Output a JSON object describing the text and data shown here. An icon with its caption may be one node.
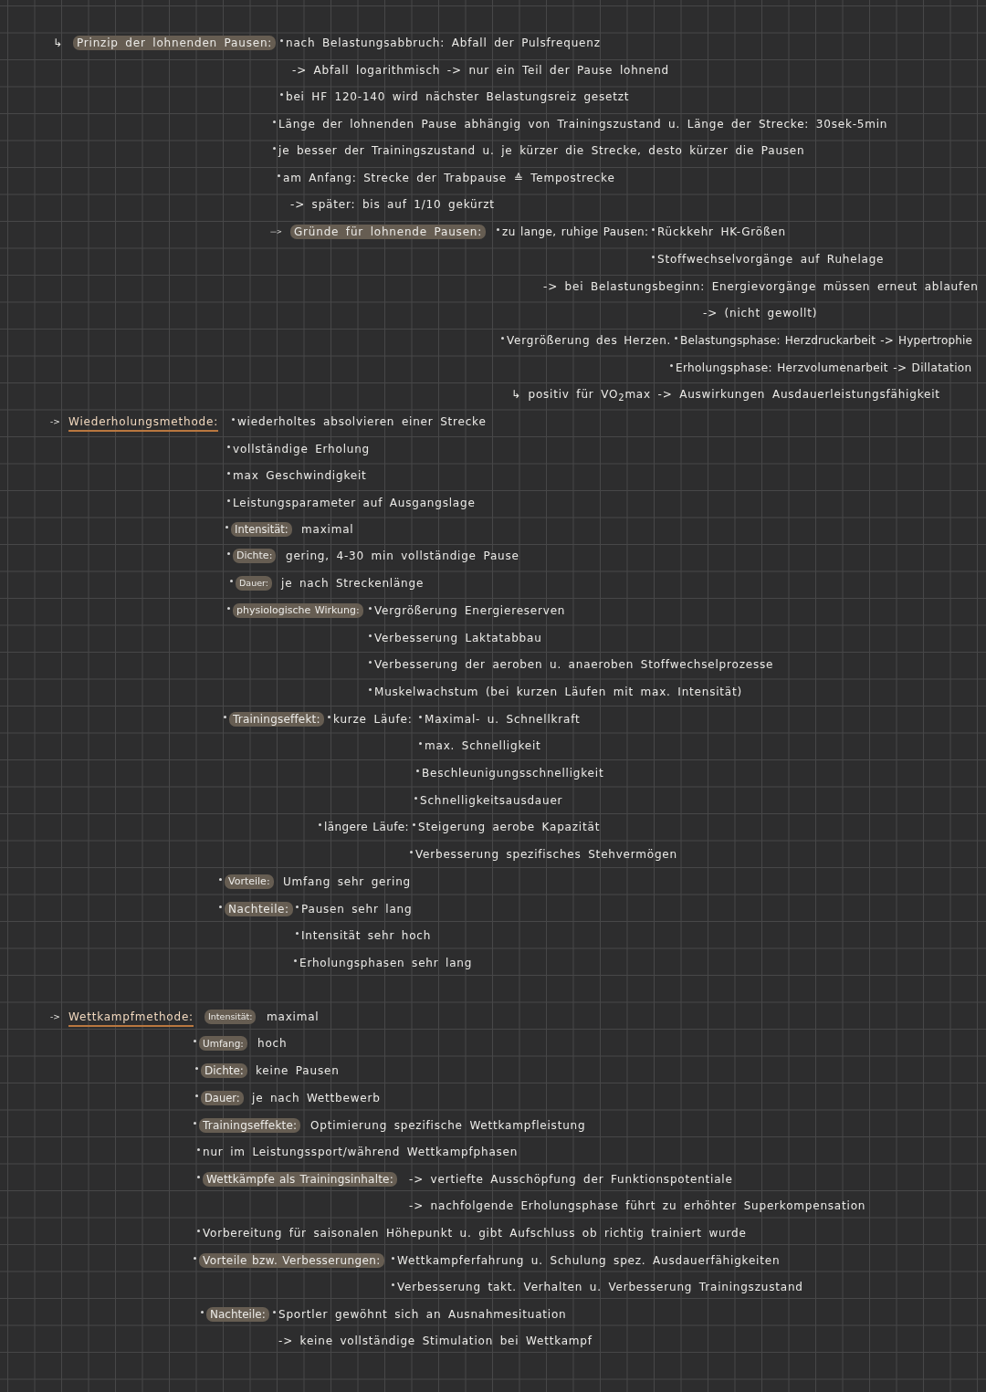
{
  "diagram": {
    "nodes": [
      {
        "text": [
          "Prinzip der lohnenden Pausen:"
        ]
      },
      {
        "text": [
          "Gründe für lohnende Pausen:"
        ]
      },
      {
        "text": [
          "Intensität:"
        ]
      },
      {
        "text": [
          "Dichte:"
        ]
      },
      {
        "text": [
          "Dauer:"
        ]
      },
      {
        "text": [
          "physiologische Wirkung:"
        ]
      },
      {
        "text": [
          "Trainingseffekt:"
        ]
      },
      {
        "text": [
          "Vorteile:"
        ]
      },
      {
        "text": [
          "Nachteile:"
        ]
      },
      {
        "text": [
          "Intensität:"
        ]
      },
      {
        "text": [
          "Umfang:"
        ]
      },
      {
        "text": [
          "Dichte:"
        ]
      },
      {
        "text": [
          "Dauer:"
        ]
      },
      {
        "text": [
          "Trainingseffekte:"
        ]
      },
      {
        "text": [
          "Wettkämpfe als Trainingsinhalte:"
        ]
      },
      {
        "text": [
          "Vorteile bzw. Verbesserungen:"
        ]
      },
      {
        "text": [
          "Nachteile:"
        ]
      }
    ],
    "labels": [
      "↳",
      "nach Belastungsabbruch: Abfall der Pulsfrequenz",
      "-> Abfall logarithmisch -> nur ein Teil der Pause lohnend",
      "bei HF 120-140 wird nächster Belastungsreiz gesetzt",
      "Länge der lohnenden Pause abhängig von Trainingszustand u. Länge der Strecke: 30sek-5min",
      "je besser der Trainingszustand u. je kürzer die Strecke, desto kürzer die Pausen",
      "am Anfang: Strecke der Trabpause ≙ Tempostrecke",
      "-> später: bis auf 1/10 gekürzt",
      "—>",
      "zu lange, ruhige Pausen:",
      "Rückkehr HK-Größen",
      "Stoffwechselvorgänge auf Ruhelage",
      "-> bei Belastungsbeginn: Energievorgänge müssen erneut ablaufen",
      "-> (nicht gewollt)",
      "Vergrößerung des Herzen.",
      "Belastungsphase: Herzdruckarbeit -> Hypertrophie",
      "Erholungsphase: Herzvolumenarbeit -> Dillatation",
      "↳ positiv für VO$_{2}$max -> Auswirkungen Ausdauerleistungsfähigkeit",
      "->",
      "Wiederholungsmethode:",
      "wiederholtes absolvieren einer Strecke",
      "vollständige Erholung",
      "max Geschwindigkeit",
      "Leistungsparameter auf Ausgangslage",
      "maximal",
      "gering, 4-30 min vollständige Pause",
      "je nach Streckenlänge",
      "Vergrößerung Energiereserven",
      "Verbesserung Laktatabbau",
      "Verbesserung der aeroben u. anaeroben Stoffwechselprozesse",
      "Muskelwachstum (bei kurzen Läufen mit max. Intensität)",
      "kurze Läufe:",
      "Maximal- u. Schnellkraft",
      "max. Schnelligkeit",
      "Beschleunigungsschnelligkeit",
      "Schnelligkeitsausdauer",
      "längere Läufe:",
      "Steigerung aerobe Kapazität",
      "Verbesserung spezifisches Stehvermögen",
      "Umfang sehr gering",
      "Pausen sehr lang",
      "Intensität sehr hoch",
      "Erholungsphasen sehr lang",
      "->",
      "Wettkampfmethode:",
      "maximal",
      "hoch",
      "keine Pausen",
      "je nach Wettbewerb",
      "Optimierung spezifische Wettkampfleistung",
      "nur im Leistungssport/während Wettkampfphasen",
      "-> vertiefte Ausschöpfung der Funktionspotentiale",
      "-> nachfolgende Erholungsphase führt zu erhöhter Superkompensation",
      "Vorbereitung für saisonalen Höhepunkt u. gibt Aufschluss ob richtig trainiert wurde",
      "Wettkampferfahrung u. Schulung spez. Ausdauerfähigkeiten",
      "Verbesserung takt. Verhalten u. Verbesserung Trainingszustand",
      "Sportler gewöhnt sich an Ausnahmesituation",
      "-> keine vollständige Stimulation bei Wettkampf"
    ]
  }
}
